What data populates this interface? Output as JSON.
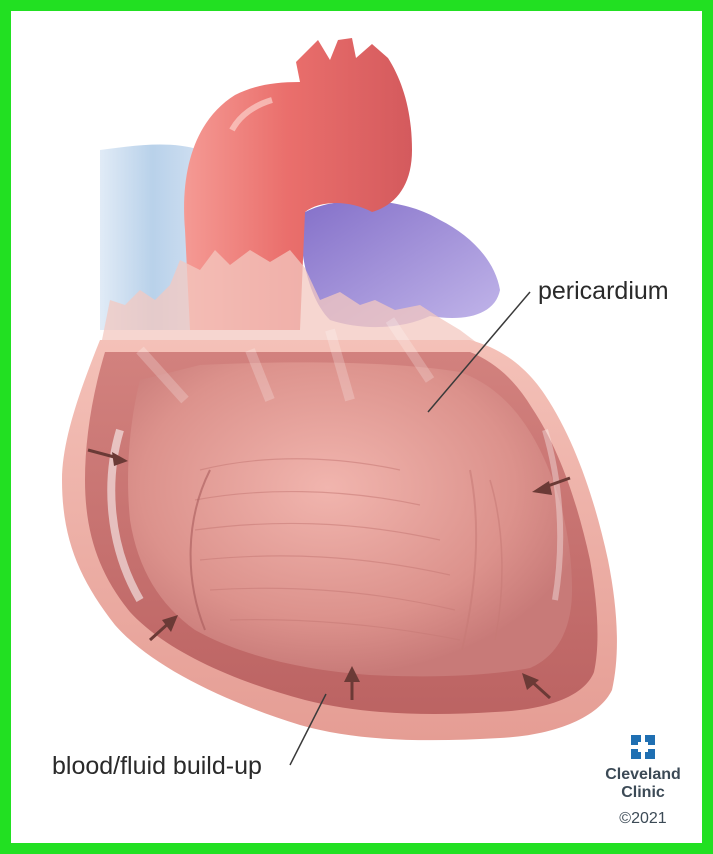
{
  "labels": {
    "pericardium": "pericardium",
    "fluid": "blood/fluid build-up"
  },
  "logo": {
    "line1": "Cleveland",
    "line2": "Clinic",
    "copyright": "©2021"
  },
  "colors": {
    "frame": "#22e022",
    "pericardium_sac": "#e9a097",
    "fluid": "#c86a68",
    "heart_muscle": "#d98a86",
    "aorta": "#e8706e",
    "vein": "#b9d2ea",
    "pulmonary_artery": "#9b86d6",
    "logo": "#1f6fb2"
  }
}
